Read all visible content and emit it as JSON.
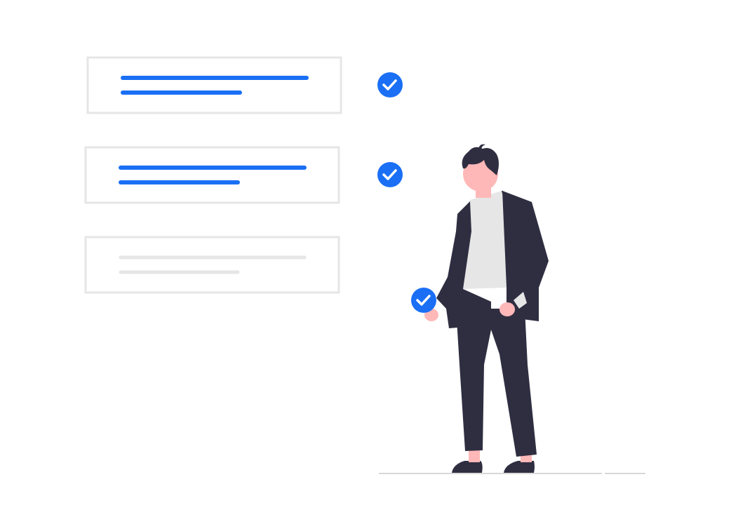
{
  "colors": {
    "accent": "#1a6ff5",
    "card_border": "#e6e6e6",
    "placeholder_line": "#e6e6e6",
    "suit": "#2f2e41",
    "shirt": "#e6e6e6",
    "skin": "#ffb8b8",
    "floor": "#cccccc"
  },
  "checklist": {
    "items": [
      {
        "state": "checked",
        "icon": "check-circle-icon"
      },
      {
        "state": "checked",
        "icon": "check-circle-icon"
      },
      {
        "state": "unchecked",
        "icon": "none"
      }
    ]
  },
  "illustration": {
    "figure": "person-in-suit-holding-check",
    "held_icon": "check-circle-icon"
  }
}
